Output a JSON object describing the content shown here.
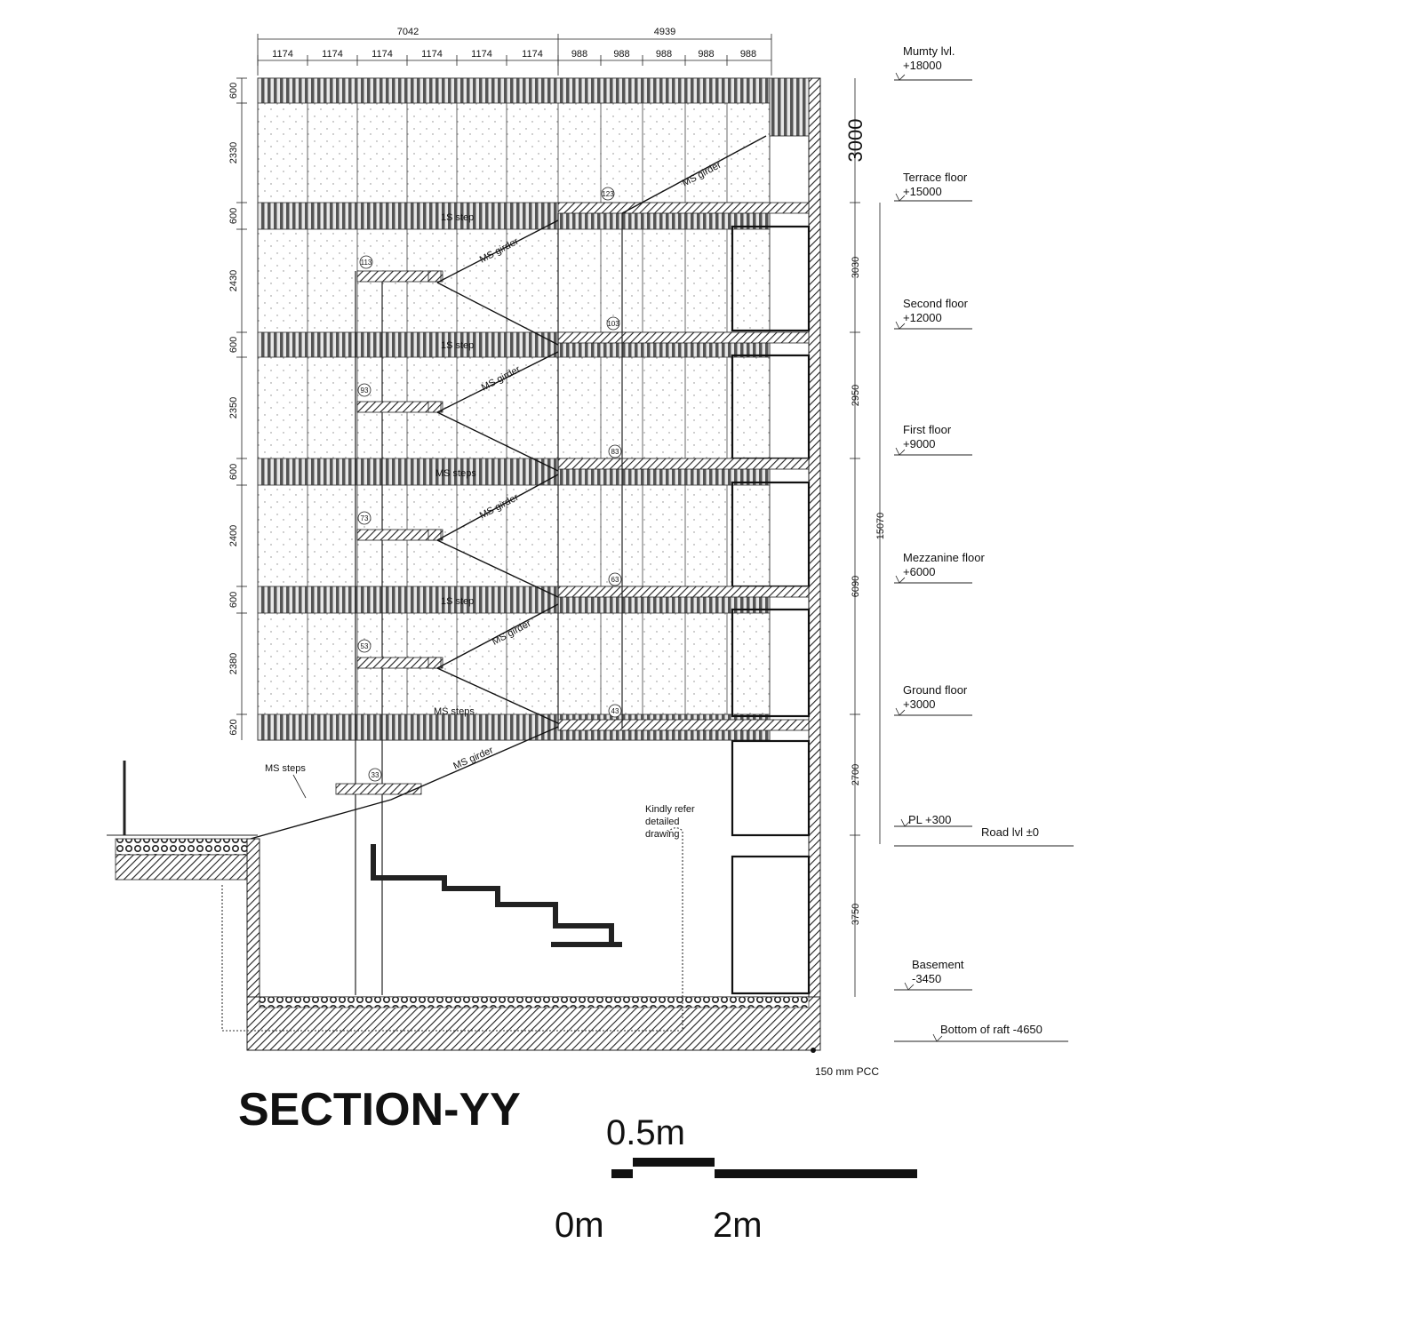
{
  "title": "SECTION-YY",
  "top_dimensions": {
    "overall": [
      "7042",
      "4939"
    ],
    "bays": [
      "1174",
      "1174",
      "1174",
      "1174",
      "1174",
      "1174",
      "988",
      "988",
      "988",
      "988",
      "988"
    ]
  },
  "left_dimensions": [
    "600",
    "2330",
    "600",
    "2430",
    "600",
    "2350",
    "600",
    "2400",
    "600",
    "2380",
    "620"
  ],
  "right_dimensions": {
    "mumty": "3000",
    "floors": [
      "3030",
      "2950",
      "6090",
      "2700",
      "3750"
    ],
    "overall": "15070"
  },
  "levels": [
    {
      "name": "Mumty lvl.",
      "value": "+18000"
    },
    {
      "name": "Terrace floor",
      "value": "+15000"
    },
    {
      "name": "Second floor",
      "value": "+12000"
    },
    {
      "name": "First floor",
      "value": "+9000"
    },
    {
      "name": "Mezzanine floor",
      "value": "+6000"
    },
    {
      "name": "Ground floor",
      "value": "+3000"
    },
    {
      "name": "PL +300",
      "value": ""
    },
    {
      "name": "Basement",
      "value": "-3450"
    },
    {
      "name": "Bottom of raft -4650",
      "value": ""
    }
  ],
  "road_level": "Road lvl ±0",
  "pcc_note": "150 mm PCC",
  "detail_note": [
    "Kindly refer",
    "detailed",
    "drawing"
  ],
  "girder_label": "MS girder",
  "ms_steps_label": "MS steps",
  "steps_labels": [
    "1S step",
    "1S step",
    "MS steps",
    "1S step",
    "MS steps"
  ],
  "step_numbers": [
    "123",
    "113",
    "103",
    "93",
    "83",
    "73",
    "63",
    "53",
    "43",
    "33"
  ],
  "scale_bar": {
    "top_label": "0.5m",
    "left_label": "0m",
    "right_label": "2m"
  }
}
